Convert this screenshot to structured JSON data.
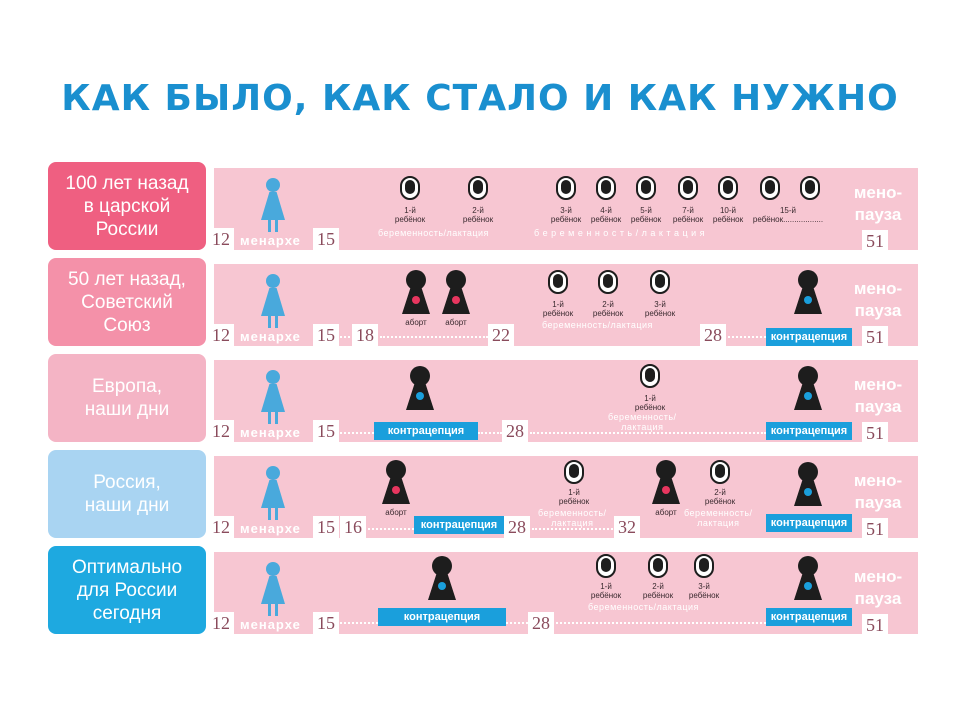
{
  "title": "КАК БЫЛО, КАК СТАЛО И КАК НУЖНО",
  "common": {
    "menarche": "менархе",
    "menopause": "мено-\nпауза",
    "age_start": "12",
    "age_menarche_end": "15",
    "age_end": "51",
    "contraception": "контрацепция",
    "abortion": "аборт",
    "child_1": "1-й\nребёнок",
    "child_2": "2-й\nребёнок",
    "child_3": "3-й\nребёнок"
  },
  "rows": [
    {
      "label": "100 лет назад\nв царской\nРоссии",
      "color": "#ef5f81",
      "children": [
        "1-й\nребёнок",
        "2-й\nребёнок",
        "3-й\nребёнок",
        "4-й\nребёнок",
        "5-й\nребёнок",
        "7-й\nребёнок",
        "10-й\nребёнок",
        "15-й\nребёнок.................."
      ],
      "pregnancy_a": "беременность/лактация",
      "pregnancy_b": "б е р е м е н н о с т ь / л а к т а ц и я"
    },
    {
      "label": "50 лет назад,\nСоветский\nСоюз",
      "color": "#f491a9",
      "ages": [
        "18",
        "22",
        "28"
      ],
      "pregnancy": "беременность/лактация"
    },
    {
      "label": "Европа,\nнаши дни",
      "color": "#f4b4c5",
      "ages": [
        "28"
      ],
      "pregnancy": "беременность/\nлактация"
    },
    {
      "label": "Россия,\nнаши дни",
      "color": "#a9d4f2",
      "ages": [
        "16",
        "28",
        "32"
      ],
      "pregnancy_1": "беременность/\nлактация",
      "pregnancy_2": "беременность/\nлактация"
    },
    {
      "label": "Оптимально\nдля России\nсегодня",
      "color": "#1ea9e0",
      "ages": [
        "28"
      ],
      "pregnancy": "беременность/лактация"
    }
  ]
}
